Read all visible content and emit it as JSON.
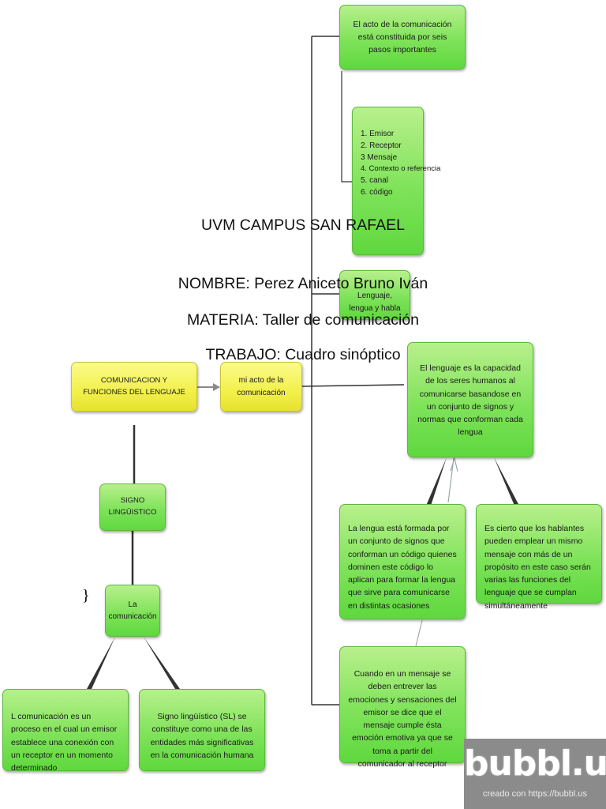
{
  "header": {
    "campus": "UVM CAMPUS SAN RAFAEL",
    "nombre": "NOMBRE: Perez Aniceto Bruno Iván",
    "materia": "MATERIA: Taller de comunicación",
    "trabajo": "TRABAJO: Cuadro sinóptico"
  },
  "nodes": {
    "root": "COMUNICACION Y FUNCIONES DEL LENGUAJE",
    "acto": "mi acto de la comunicación",
    "pasos": "El acto de la comunicación está constituida por seis pasos importantes",
    "lista": [
      "1. Emisor",
      "2. Receptor",
      "3 Mensaje",
      "4. Contexto o referencia",
      "5. canal",
      "6. código"
    ],
    "lenguaje_lengua_habla": "Lenguaje, lengua y habla",
    "lenguaje_def": "El lenguaje es la capacidad de los seres humanos al comunicarse basandose en un conjunto de signos y normas que conforman cada lengua",
    "lengua_def": "La lengua está formada por un conjunto de signos que conforman un código quienes dominen este código lo aplican para formar la lengua que sirve para comunicarse en distintas ocasiones",
    "funciones": "Es cierto que los hablantes pueden emplear un mismo mensaje con más de un propósito en este caso serán varias las funciones del lenguaje que se cumplan simultáneamente",
    "emotiva": "Cuando en un mensaje se deben entrever las emociones y sensaciones del emisor se dice que el mensaje cumple ésta emoción emotiva ya que se toma a partir del comunicador al receptor",
    "signo_linguistico": "SIGNO LINGÜISTICO",
    "la_comunicacion": "La comunicación",
    "comunicacion_def": "L comunicación es un proceso en el cual un emisor establece una conexión con un receptor en un momento determinado",
    "signo_def": "Signo lingüístico (SL) se constituye como una de las entidades más significativas en la comunicación humana"
  },
  "brace": "}",
  "watermark": {
    "logo": "bubbl.us",
    "sub": "creado con https://bubbl.us"
  },
  "colors": {
    "green": "#7fe35a",
    "yellow": "#f2f04a",
    "connector": "#333333"
  }
}
